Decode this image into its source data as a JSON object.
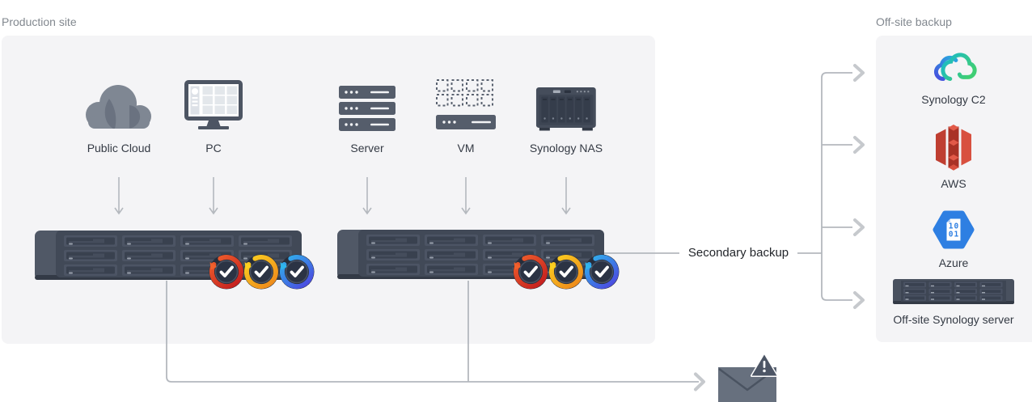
{
  "production": {
    "label": "Production site",
    "devices": [
      {
        "label": "Public Cloud"
      },
      {
        "label": "PC"
      },
      {
        "label": "Server"
      },
      {
        "label": "VM"
      },
      {
        "label": "Synology NAS"
      }
    ]
  },
  "secondary_backup": {
    "label": "Secondary backup"
  },
  "offsite": {
    "label": "Off-site backup",
    "targets": [
      {
        "label": "Synology C2"
      },
      {
        "label": "AWS"
      },
      {
        "label": "Azure",
        "doc_line1": "10",
        "doc_line2": "01"
      },
      {
        "label": "Off-site Synology server"
      }
    ]
  },
  "badges": {
    "red": {
      "from": "#f0602c",
      "to": "#c41f1f"
    },
    "yellow": {
      "from": "#fbd020",
      "to": "#ee8a1c"
    },
    "blue": {
      "from": "#2fb5ec",
      "to": "#4b4ae0"
    }
  },
  "icons": {
    "cloud-icon": "overlapping gray cloud",
    "pc-icon": "monitor with app grid",
    "server-icon": "stacked rack units",
    "vm-icon": "dashed squares over server",
    "nas-icon": "Synology 6-bay NAS",
    "rack-icon": "12-bay rackstation",
    "c2-cloud-icon": "gradient double cloud",
    "aws-s3-icon": "red S3 bucket",
    "azure-icon": "blue hexagon with binary doc",
    "envelope-alert-icon": "mail with warning triangle"
  },
  "colors": {
    "panel_bg": "#f4f4f6",
    "device_slate": "#4d5563",
    "line_gray": "#b4b8be",
    "arrowhead_gray": "#c6c9cd",
    "label_gray": "#82888f",
    "text_dark": "#343a44",
    "azure_blue": "#2e7fe2",
    "aws_red": "#bf3e31"
  }
}
